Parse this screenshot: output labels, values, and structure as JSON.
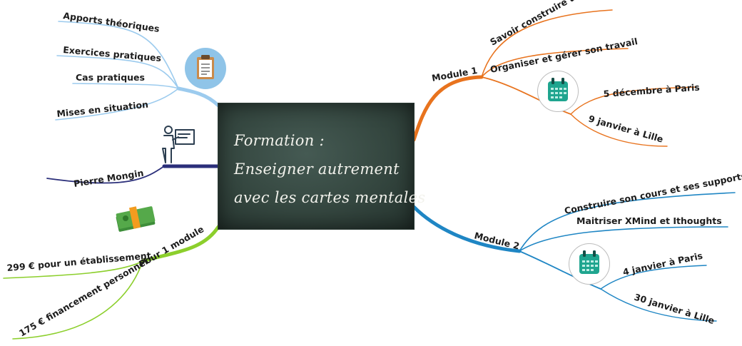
{
  "center": {
    "line1": "Formation :",
    "line2": "Enseigner autrement",
    "line3": "avec les cartes mentales"
  },
  "branches": {
    "methods": {
      "color": "#9ccbee",
      "items": [
        "Apports théoriques",
        "Exercices pratiques",
        "Cas pratiques",
        "Mises en situation"
      ],
      "icon": "clipboard-icon"
    },
    "trainer": {
      "color": "#2b2f7a",
      "name": "Pierre Mongin",
      "icon": "presenter-icon"
    },
    "price": {
      "color": "#8ccf2c",
      "label": "Pour 1 module",
      "items": [
        "299 € pour un établissement",
        "175 € financement personnel"
      ],
      "icon": "money-icon"
    },
    "module1": {
      "color": "#e8731e",
      "label": "Module 1",
      "topics": [
        "Savoir construire une carte",
        "Organiser et gérer son travail"
      ],
      "dates": [
        "5 décembre à Paris",
        "9 janvier à Lille"
      ],
      "icon": "calendar-icon"
    },
    "module2": {
      "color": "#1f86c4",
      "label": "Module 2",
      "topics": [
        "Construire son cours et ses supports",
        "Maitriser XMind et Ithoughts"
      ],
      "dates": [
        "4 janvier à Paris",
        "30 janvier à Lille"
      ],
      "icon": "calendar-icon"
    }
  }
}
